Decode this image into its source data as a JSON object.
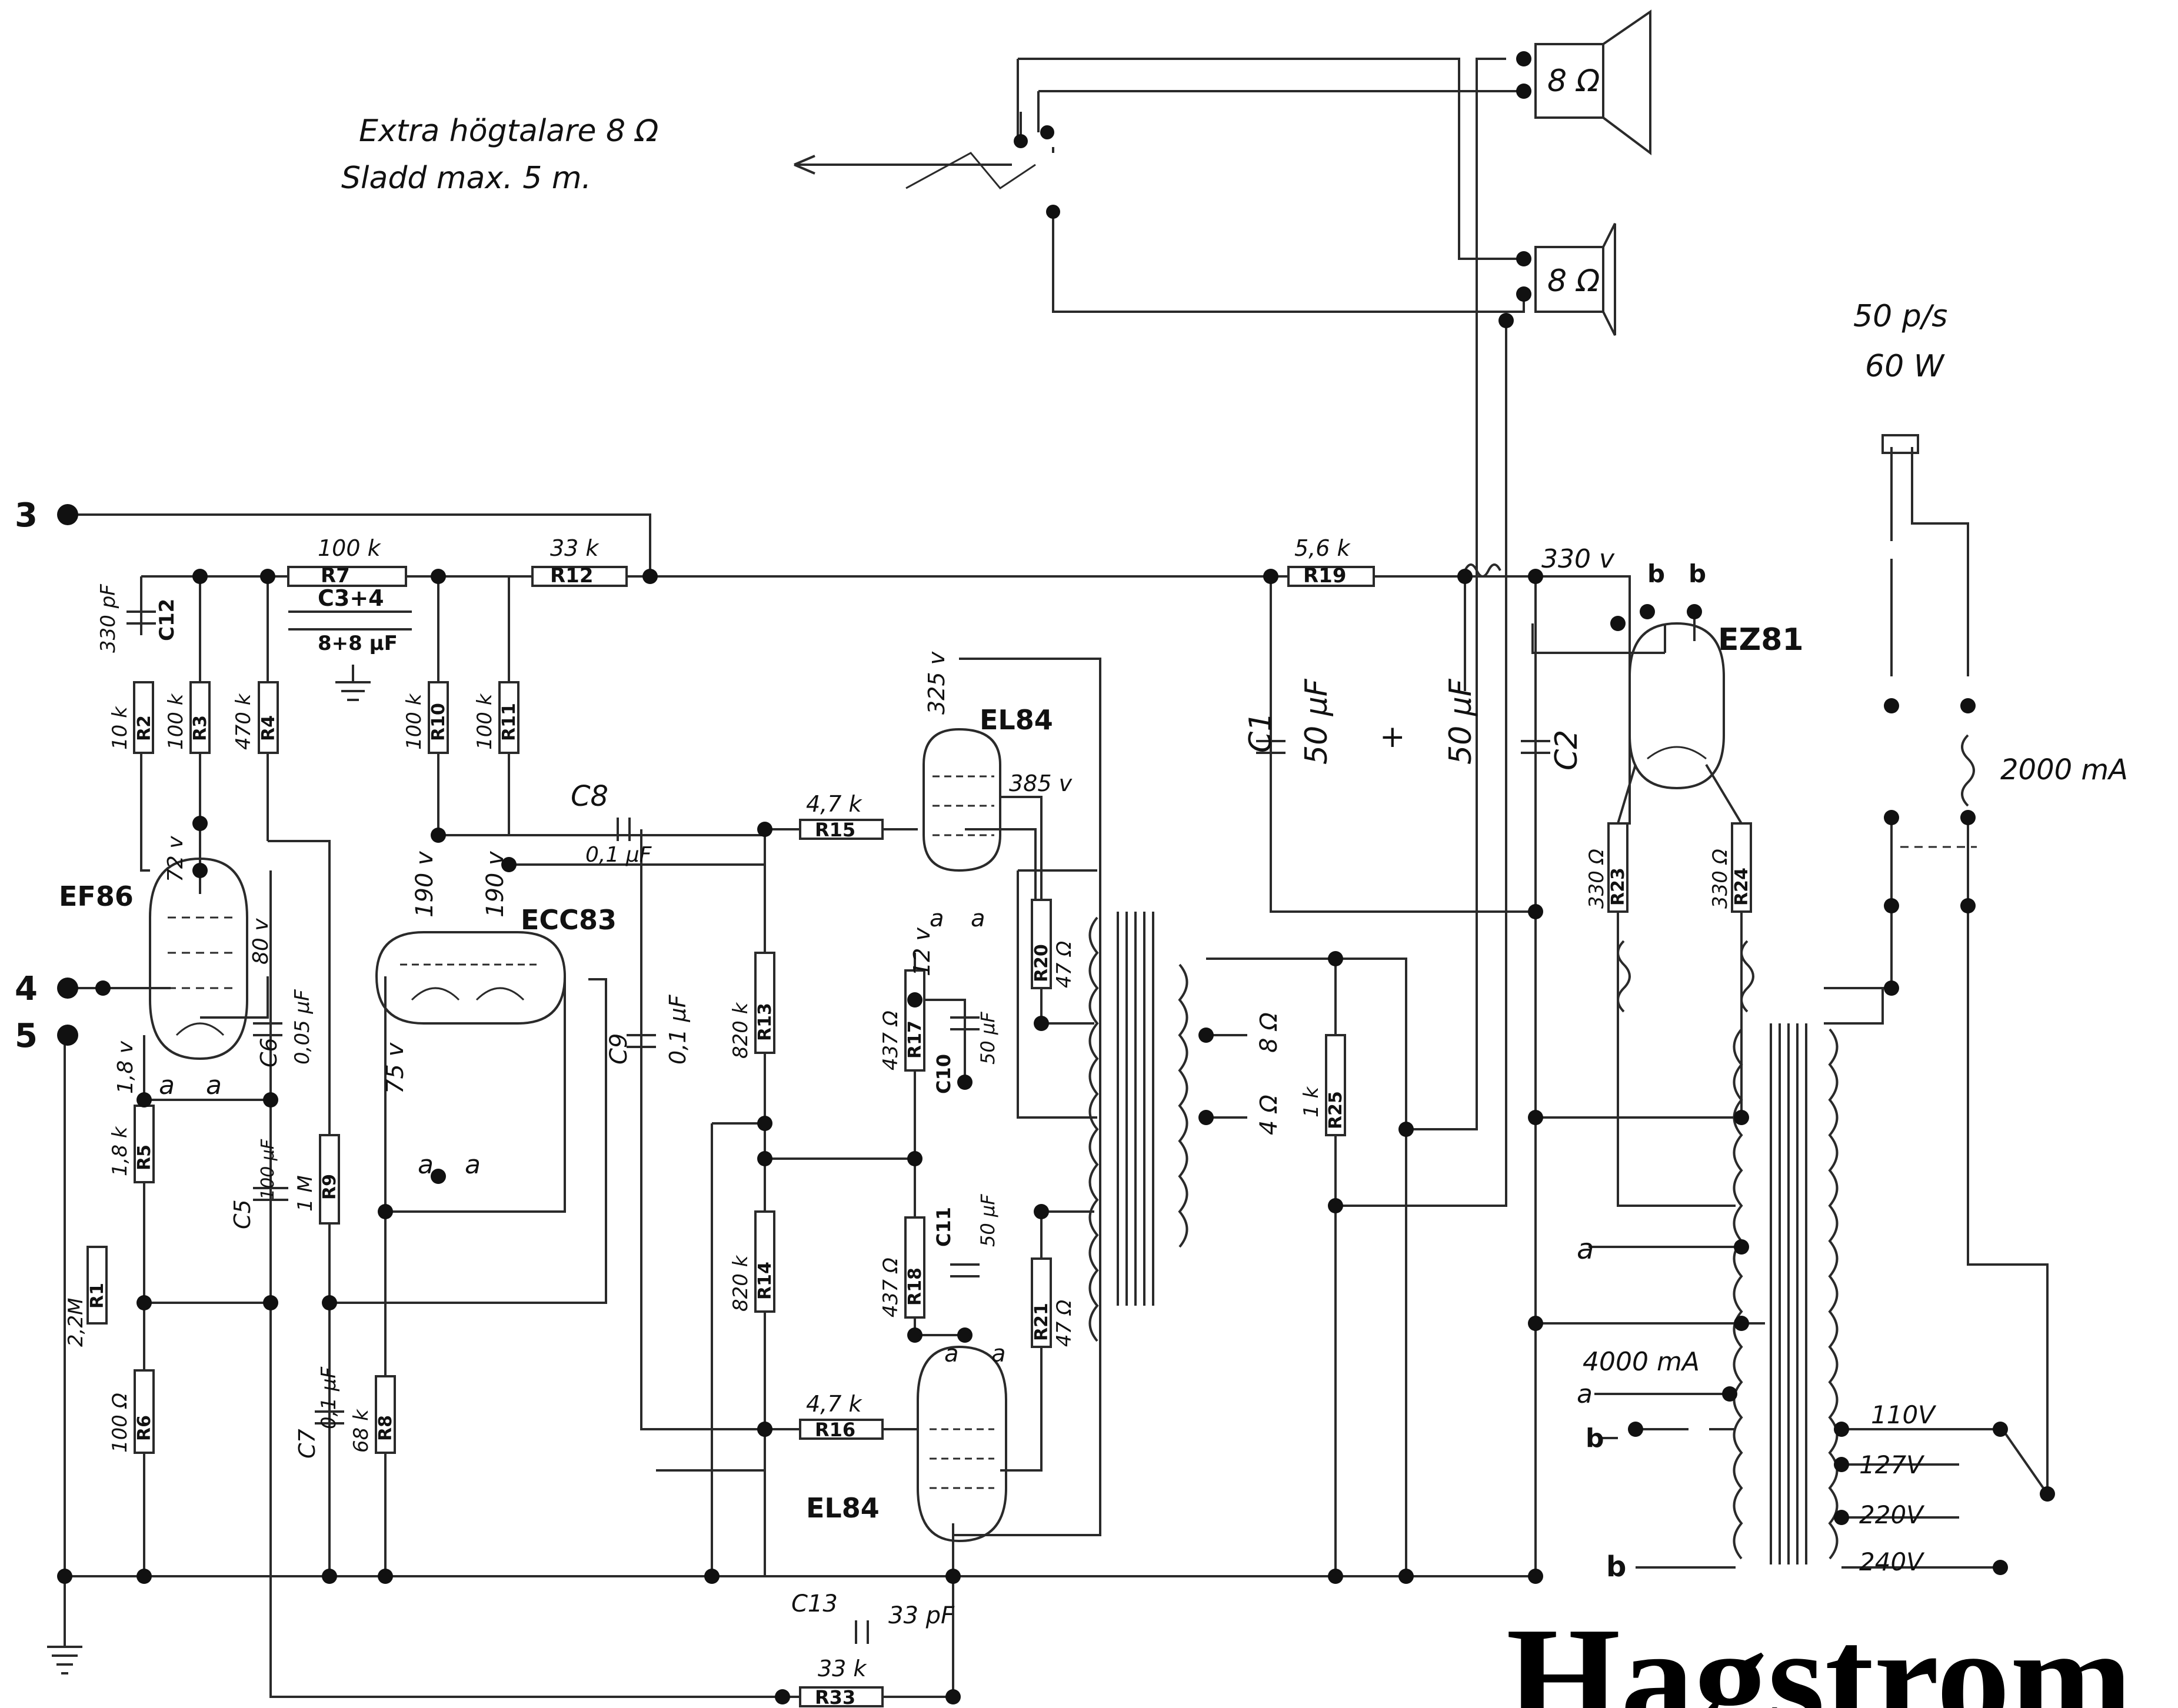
{
  "brand": "Hagstrom",
  "note": {
    "line1": "Extra högtalare 8 Ω",
    "line2": "Sladd max. 5 m."
  },
  "mains": {
    "freq": "50 p/s",
    "power": "60 W",
    "fuse": "2000 mA"
  },
  "terminals": {
    "t3": "3",
    "t4": "4",
    "t5": "5"
  },
  "speakers": {
    "upper": "8 Ω",
    "lower": "8 Ω"
  },
  "tubes": {
    "preamp": "EF86",
    "phase": "ECC83",
    "power_upper": "EL84",
    "power_lower": "EL84",
    "rectifier": "EZ81"
  },
  "resistors": {
    "r1": {
      "value": "2,2M",
      "ref": "R1"
    },
    "r2": {
      "value": "10 k",
      "ref": "R2"
    },
    "r3": {
      "value": "100 k",
      "ref": "R3"
    },
    "r4": {
      "value": "470 k",
      "ref": "R4"
    },
    "r5": {
      "value": "1,8 k",
      "ref": "R5"
    },
    "r6": {
      "value": "100 Ω",
      "ref": "R6"
    },
    "r7": {
      "value": "100 k",
      "ref": "R7"
    },
    "r8": {
      "value": "68 k",
      "ref": "R8"
    },
    "r9": {
      "value": "1 M",
      "ref": "R9"
    },
    "r10": {
      "value": "100 k",
      "ref": "R10"
    },
    "r11": {
      "value": "100 k",
      "ref": "R11"
    },
    "r12": {
      "value": "33 k",
      "ref": "R12"
    },
    "r13": {
      "value": "820 k",
      "ref": "R13"
    },
    "r14": {
      "value": "820 k",
      "ref": "R14"
    },
    "r15": {
      "value": "4,7 k",
      "ref": "R15"
    },
    "r16": {
      "value": "4,7 k",
      "ref": "R16"
    },
    "r17": {
      "value": "437 Ω",
      "ref": "R17"
    },
    "r18": {
      "value": "437 Ω",
      "ref": "R18"
    },
    "r19": {
      "value": "5,6 k",
      "ref": "R19"
    },
    "r20": {
      "value": "47 Ω",
      "ref": "R20"
    },
    "r21": {
      "value": "47 Ω",
      "ref": "R21"
    },
    "r23": {
      "value": "330 Ω",
      "ref": "R23"
    },
    "r24": {
      "value": "330 Ω",
      "ref": "R24"
    },
    "r25": {
      "value": "1 k",
      "ref": "R25"
    },
    "r33": {
      "value": "33 k",
      "ref": "R33"
    }
  },
  "capacitors": {
    "c1": {
      "ref": "C1",
      "value": "50 μF"
    },
    "c1b": {
      "value": "50 μF",
      "plus": "+"
    },
    "c2": {
      "ref": "C2"
    },
    "c34": {
      "ref": "C3+4",
      "value": "8+8 μF"
    },
    "c5": {
      "ref": "C5",
      "value": "100 μF"
    },
    "c6": {
      "ref": "C6",
      "value": "0,05 μF"
    },
    "c7": {
      "ref": "C7",
      "value": "0,1 μF"
    },
    "c8": {
      "ref": "C8",
      "value": "0,1 μF"
    },
    "c9": {
      "ref": "C9",
      "value": "0,1 μF"
    },
    "c10": {
      "ref": "C10",
      "value": "50 μF"
    },
    "c11": {
      "ref": "C11",
      "value": "50 μF"
    },
    "c12": {
      "ref": "C12",
      "value": "330 pF"
    },
    "c13": {
      "ref": "C13",
      "value": "33 pF"
    }
  },
  "voltages": {
    "v72": "72 v",
    "v80": "80 v",
    "v1_8": "1,8 v",
    "v75": "75 v",
    "v190a": "190 v",
    "v190b": "190 v",
    "v325": "325 v",
    "v385": "385 v",
    "v12": "12 v",
    "v330": "330 v"
  },
  "pin_letters": {
    "a": "a",
    "b": "b"
  },
  "output_taps": {
    "o8": "8 Ω",
    "o4": "4 Ω"
  },
  "heater": {
    "current": "4000 mA"
  },
  "mains_taps": [
    "110V",
    "127V",
    "220V",
    "240V"
  ]
}
